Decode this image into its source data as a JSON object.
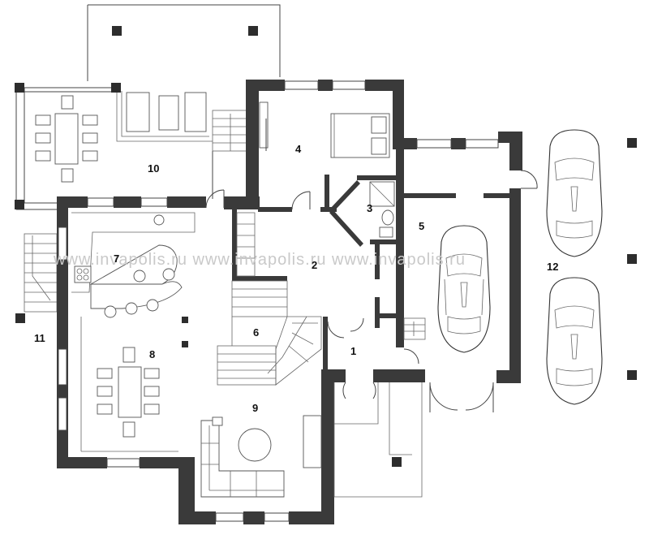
{
  "watermark": "www.invapolis.ru www.invapolis.ru www.invapolis.ru",
  "rooms": [
    {
      "num": "1"
    },
    {
      "num": "2"
    },
    {
      "num": "3"
    },
    {
      "num": "4"
    },
    {
      "num": "5"
    },
    {
      "num": "6"
    },
    {
      "num": "7"
    },
    {
      "num": "8"
    },
    {
      "num": "9"
    },
    {
      "num": "10"
    },
    {
      "num": "11"
    },
    {
      "num": "12"
    }
  ],
  "colors": {
    "wall": "#3a3a3a",
    "line": "#444444",
    "background": "#ffffff"
  }
}
